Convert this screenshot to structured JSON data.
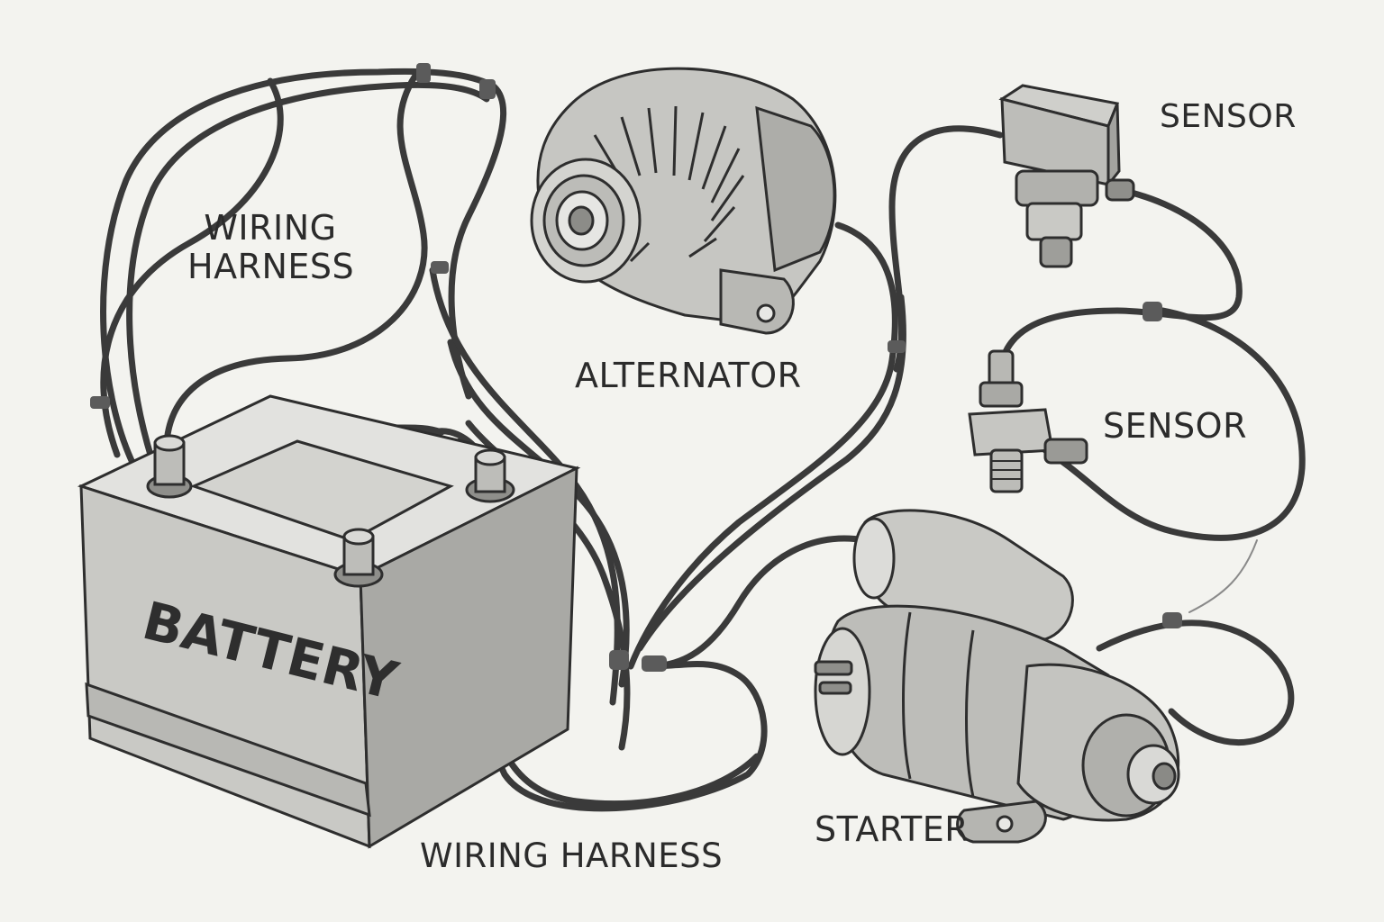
{
  "labels": {
    "wiring_harness_top_line1": "WIRING",
    "wiring_harness_top_line2": "HARNESS",
    "wiring_harness_bottom": "WIRING HARNESS",
    "alternator": "ALTERNATOR",
    "sensor_top": "SENSOR",
    "sensor_middle": "SENSOR",
    "starter": "STARTER",
    "battery": "BATTERY"
  },
  "colors": {
    "background": "#f3f3ef",
    "wire": "#3a3a3a",
    "metal_light": "#d9d9d6",
    "metal_mid": "#b4b4b0",
    "outline": "#2e2e2e"
  },
  "icons": [
    "battery-icon",
    "alternator-icon",
    "sensor-icon",
    "oxygen-sensor-icon",
    "starter-motor-icon"
  ]
}
